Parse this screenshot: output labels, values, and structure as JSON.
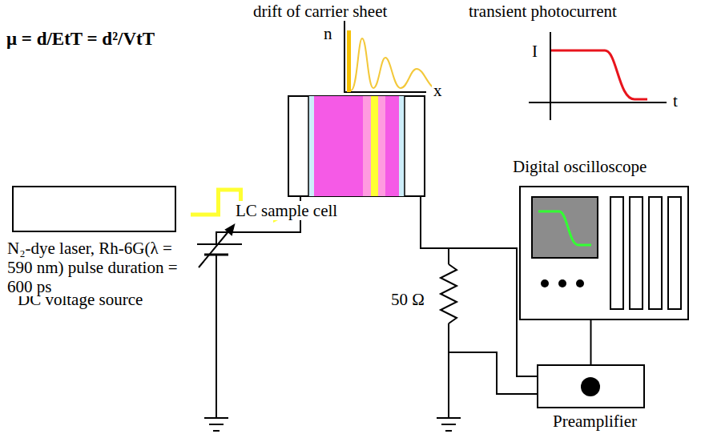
{
  "diagram": {
    "nodes": [
      {
        "text": [
          "N₂-dye laser, Rh-6G(λ = 590 nm) pulse duration = 600 ps"
        ]
      },
      {
        "text": [
          "LC sample cell"
        ]
      },
      {
        "text": [
          "Digital oscilloscope"
        ]
      },
      {
        "text": [
          "Preamplifier"
        ]
      }
    ],
    "edges": [
      {
        "from": 0,
        "to": 1,
        "arrow": "to"
      },
      {
        "from": 2,
        "to": 3,
        "arrow": "none"
      }
    ],
    "labels": [
      "μ = d/EtT = d²/VtT",
      "drift of carrier sheet",
      "transient photocurrent",
      "n",
      "x",
      "I",
      "t",
      "DC voltage source",
      "50 Ω"
    ]
  }
}
